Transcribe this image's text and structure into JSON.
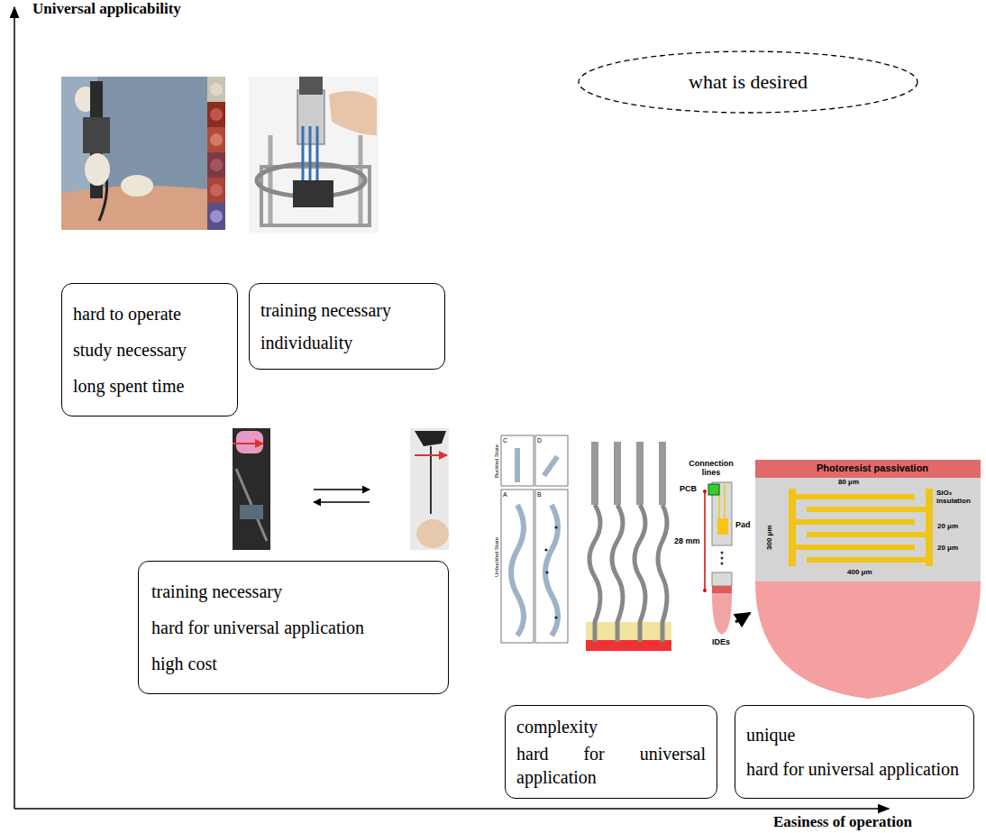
{
  "diagram": {
    "nodes": [
      {
        "text": [
          "what is desired"
        ]
      },
      {
        "text": [
          "hard to operate",
          "study necessary",
          "long spent time"
        ]
      },
      {
        "text": [
          "training necessary",
          "individuality"
        ]
      },
      {
        "text": [
          "training necessary",
          "hard for universal application",
          "high cost"
        ]
      },
      {
        "text": [
          "complexity",
          "hard for universal application"
        ]
      },
      {
        "text": [
          "unique",
          "hard for universal application"
        ]
      }
    ],
    "labels": [
      "Universal applicability",
      "Easiness of operation",
      "C",
      "D",
      "A",
      "B",
      "Unbuckled State",
      "Buckled State",
      "Connection lines",
      "PCB",
      "Pad",
      "28 mm",
      "IDEs",
      "Photoresist passivation",
      "80 μm",
      "300 μm",
      "SiO₂ insulation",
      "20 μm",
      "20 μm",
      "400 μm"
    ]
  }
}
